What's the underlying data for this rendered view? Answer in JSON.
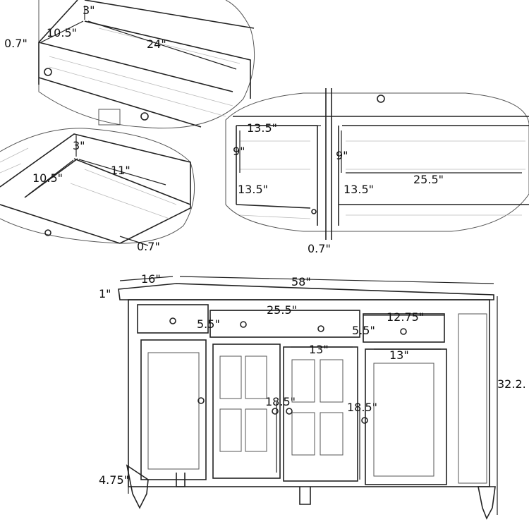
{
  "colors": {
    "line": "#222222",
    "background": "#ffffff"
  },
  "detail_top_left": {
    "height": "3\"",
    "depth": "10.5\"",
    "thickness": "0.7\"",
    "width": "24\""
  },
  "detail_mid_left": {
    "height": "3\"",
    "depth": "10.5\"",
    "width": "11\"",
    "thickness": "0.7\""
  },
  "detail_right": {
    "left_width": "13.5\"",
    "left_height": "9\"",
    "left_depth": "13.5\"",
    "door_thickness": "0.7\"",
    "right_height": "9\"",
    "right_depth": "13.5\"",
    "right_width": "25.5\""
  },
  "main": {
    "depth": "16\"",
    "width": "58\"",
    "top_thickness": "1\"",
    "center_drawer_width": "25.5\"",
    "side_drawer_width": "12.75\"",
    "drawer_height_left": "5.5\"",
    "drawer_height_right": "5.5\"",
    "door_width_center": "13\"",
    "door_width_right": "13\"",
    "door_height_left": "18.5\"",
    "door_height_right": "18.5\"",
    "total_height": "32.2.",
    "leg_height": "4.75\""
  }
}
